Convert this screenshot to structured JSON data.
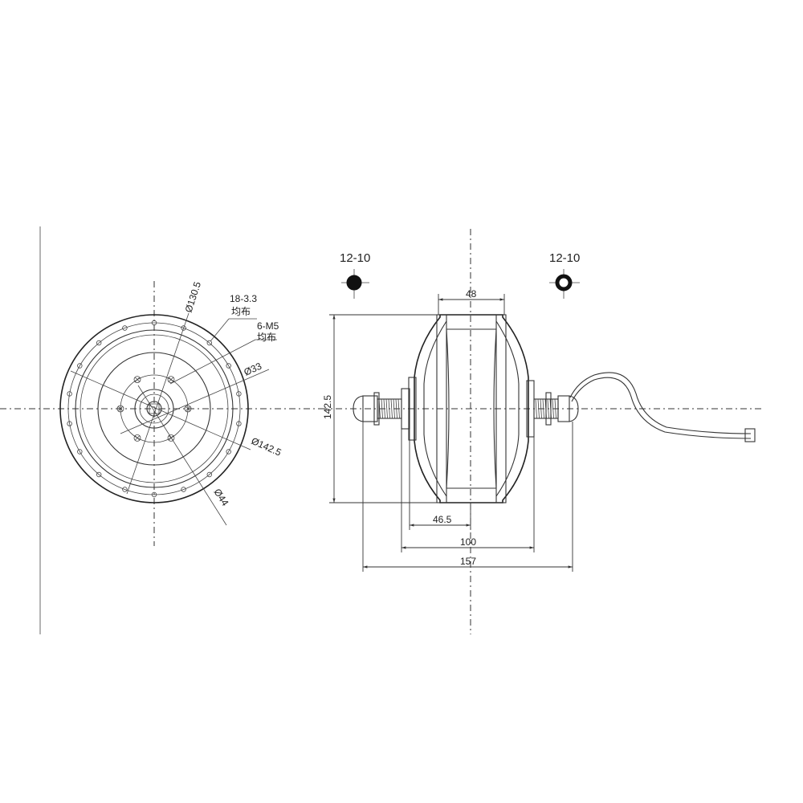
{
  "labels": {
    "d130": "Ø130.5",
    "holes18": "18-3.3",
    "holes18_note": "均布",
    "m5": "6-M5",
    "m5_note": "均布",
    "d33": "Ø33",
    "d1425": "Ø142.5",
    "d44": "Ø44",
    "axle_left": "12-10",
    "axle_right": "12-10",
    "dim_48": "48",
    "dim_1425": "142.5",
    "dim_465": "46.5",
    "dim_100": "100",
    "dim_157": "157"
  }
}
